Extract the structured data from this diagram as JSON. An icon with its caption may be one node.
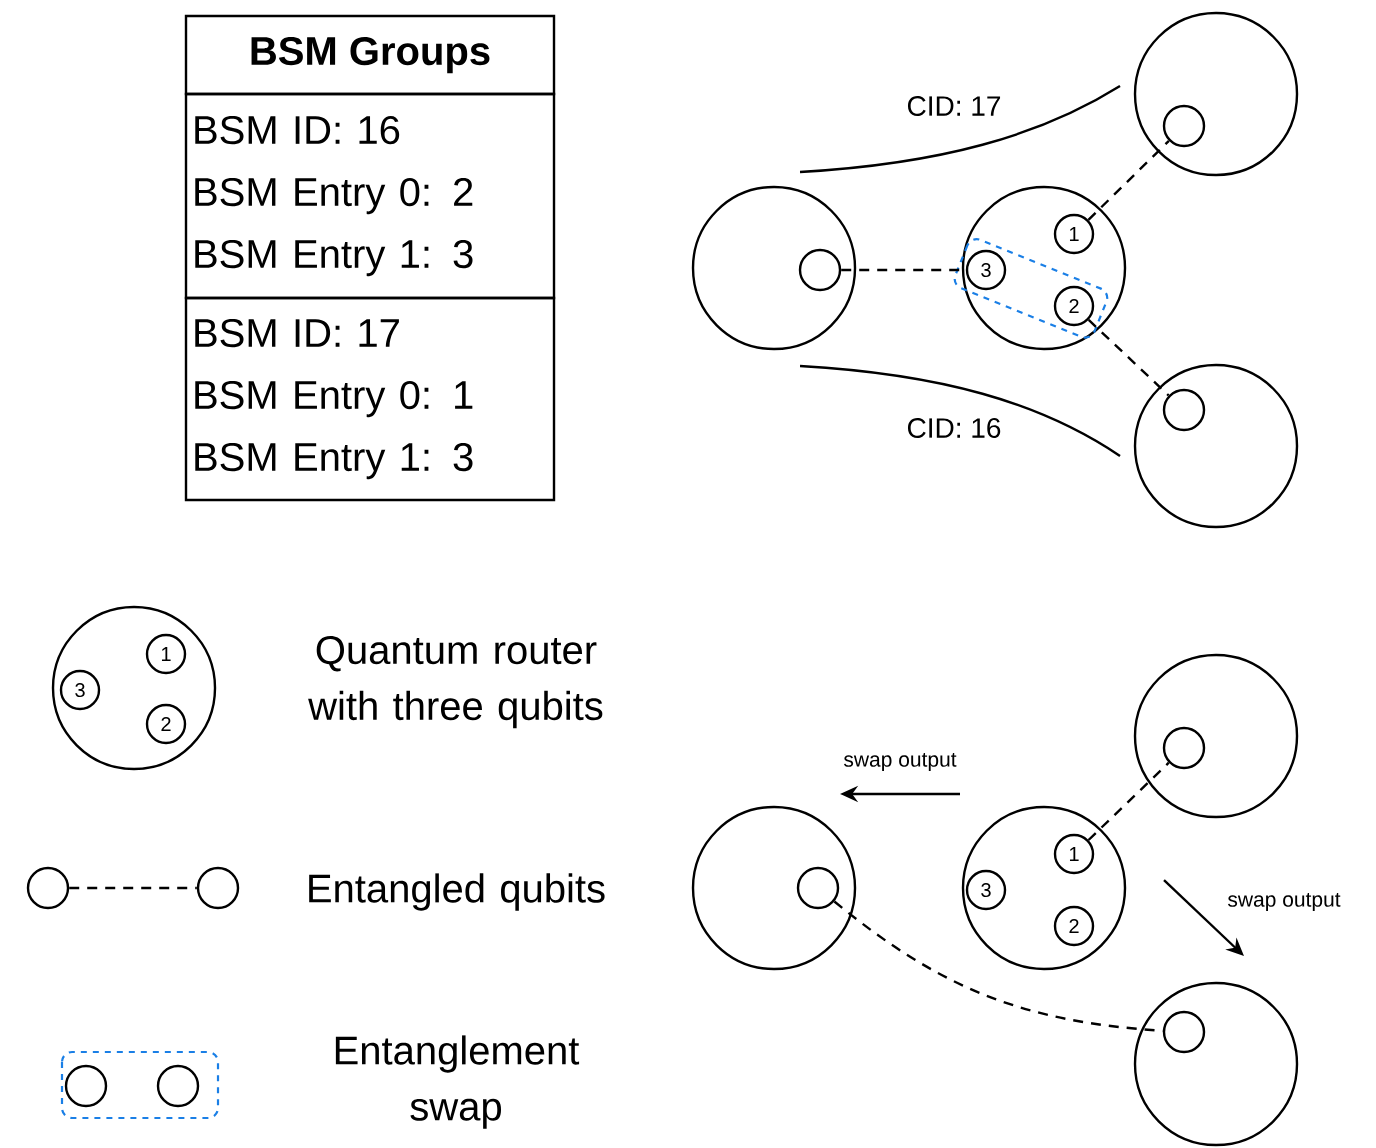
{
  "diagram": {
    "nodes": [
      {
        "text": [
          "BSM Groups"
        ]
      },
      {
        "text": [
          "BSM ID: 16",
          "BSM Entry 0: 2",
          "BSM Entry 1: 3"
        ]
      },
      {
        "text": [
          "BSM ID: 17",
          "BSM Entry 0: 1",
          "BSM Entry 1: 3"
        ]
      },
      {
        "text": [],
        "shape": "circle"
      },
      {
        "text": [],
        "shape": "circle",
        "in": 3
      },
      {
        "text": [],
        "shape": "circle"
      },
      {
        "text": [
          "1"
        ],
        "in": 5
      },
      {
        "text": [
          "3"
        ],
        "in": 5
      },
      {
        "text": [
          "2"
        ],
        "in": 5
      },
      {
        "text": [],
        "shape": "circle"
      },
      {
        "text": [],
        "shape": "circle",
        "in": 9
      },
      {
        "text": [],
        "shape": "circle"
      },
      {
        "text": [],
        "shape": "circle",
        "in": 11
      },
      {
        "text": [],
        "shape": "circle"
      },
      {
        "text": [],
        "shape": "circle",
        "in": 13
      },
      {
        "text": [],
        "shape": "circle"
      },
      {
        "text": [
          "1"
        ],
        "in": 15
      },
      {
        "text": [
          "3"
        ],
        "in": 15
      },
      {
        "text": [
          "2"
        ],
        "in": 15
      },
      {
        "text": [],
        "shape": "circle"
      },
      {
        "text": [],
        "shape": "circle",
        "in": 19
      },
      {
        "text": [],
        "shape": "circle"
      },
      {
        "text": [],
        "shape": "circle",
        "in": 21
      },
      {
        "text": [],
        "shape": "circle"
      },
      {
        "text": [
          "1"
        ],
        "in": 23
      },
      {
        "text": [
          "3"
        ],
        "in": 23
      },
      {
        "text": [
          "2"
        ],
        "in": 23
      },
      {
        "text": [],
        "shape": "circle"
      },
      {
        "text": [],
        "shape": "circle"
      },
      {
        "text": [],
        "shape": "circle"
      },
      {
        "text": [],
        "shape": "circle"
      }
    ],
    "edges": [
      {
        "from": 4,
        "to": 7,
        "arrow": "none",
        "style": "dashed"
      },
      {
        "from": 6,
        "to": 10,
        "arrow": "none",
        "style": "dashed"
      },
      {
        "from": 8,
        "to": 12,
        "arrow": "none",
        "style": "dashed"
      },
      {
        "from": 16,
        "to": 20,
        "arrow": "none",
        "style": "dashed"
      },
      {
        "from": 14,
        "to": 22,
        "arrow": "none",
        "style": "dashed"
      },
      {
        "from": 27,
        "to": 28,
        "arrow": "none",
        "style": "dashed"
      }
    ],
    "labels": [
      "CID: 17",
      "CID: 16",
      "swap output",
      "swap output"
    ],
    "legend": [
      {
        "text": "Quantum router with three qubits"
      },
      {
        "text": "Entangled qubits"
      },
      {
        "text": "Entanglement swap"
      }
    ]
  }
}
